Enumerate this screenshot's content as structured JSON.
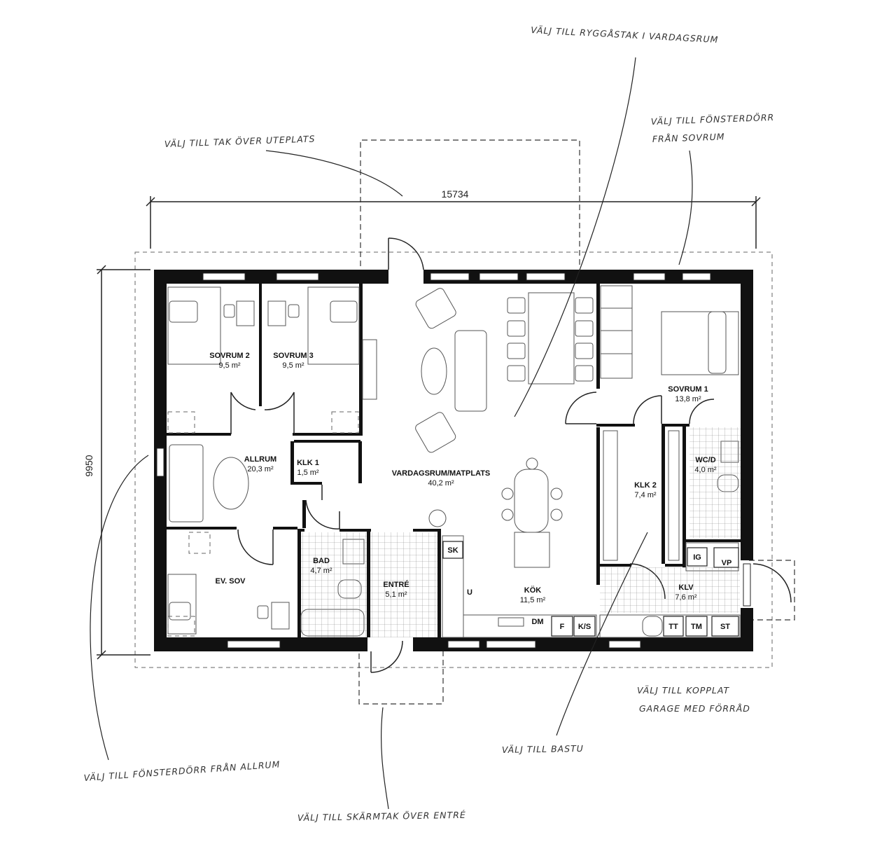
{
  "dimensions": {
    "width_label": "15734",
    "height_label": "9950"
  },
  "rooms": {
    "sovrum2": {
      "name": "SOVRUM 2",
      "area": "9,5 m²"
    },
    "sovrum3": {
      "name": "SOVRUM 3",
      "area": "9,5 m²"
    },
    "allrum": {
      "name": "ALLRUM",
      "area": "20,3 m²"
    },
    "klk1": {
      "name": "KLK 1",
      "area": "1,5 m²"
    },
    "vardagsrum": {
      "name": "VARDAGSRUM/MATPLATS",
      "area": "40,2 m²"
    },
    "sovrum1": {
      "name": "SOVRUM 1",
      "area": "13,8 m²"
    },
    "wcd": {
      "name": "WC/D",
      "area": "4,0 m²"
    },
    "klk2": {
      "name": "KLK 2",
      "area": "7,4 m²"
    },
    "evsov": {
      "name": "EV. SOV"
    },
    "bad": {
      "name": "BAD",
      "area": "4,7 m²"
    },
    "entre": {
      "name": "ENTRÉ",
      "area": "5,1 m²"
    },
    "kok": {
      "name": "KÖK",
      "area": "11,5 m²"
    },
    "klv": {
      "name": "KLV",
      "area": "7,6 m²"
    }
  },
  "codes": {
    "sk": "SK",
    "u": "U",
    "dm": "DM",
    "f": "F",
    "ks": "K/S",
    "tt": "TT",
    "tm": "TM",
    "st": "ST",
    "ig": "IG",
    "vp": "VP"
  },
  "notes": {
    "ryggastak": "VÄLJ TILL RYGGÅSTAK I VARDAGSRUM",
    "fonsterdorr_sovrum_1": "VÄLJ TILL FÖNSTERDÖRR",
    "fonsterdorr_sovrum_2": "FRÅN SOVRUM",
    "tak_uteplats": "VÄLJ TILL TAK ÖVER UTEPLATS",
    "garage_1": "VÄLJ TILL KOPPLAT",
    "garage_2": "GARAGE MED FÖRRÅD",
    "bastu": "VÄLJ TILL BASTU",
    "fonsterdorr_allrum": "VÄLJ TILL FÖNSTERDÖRR FRÅN ALLRUM",
    "skarmtak": "VÄLJ TILL SKÄRMTAK ÖVER ENTRÉ"
  }
}
